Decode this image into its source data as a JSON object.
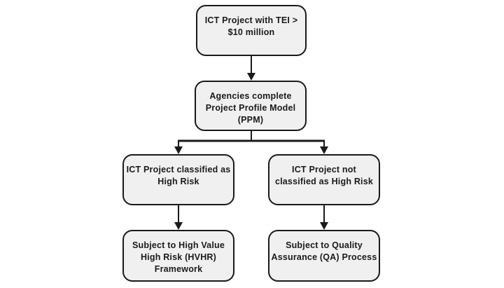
{
  "diagram": {
    "type": "flowchart",
    "background": "#ffffff",
    "colors": {
      "box_fill": "#f0f0f0",
      "box_border": "#1a1a1a",
      "connector": "#1a1a1a",
      "text": "#1a1a1a"
    },
    "nodes": {
      "tei": {
        "lines": [
          "ICT Project with TEI >",
          "$10 million"
        ]
      },
      "ppm": {
        "lines": [
          "Agencies complete",
          "Project Profile Model",
          "(PPM)"
        ]
      },
      "highrisk": {
        "lines": [
          "ICT Project classified as",
          "High Risk"
        ]
      },
      "nothigh": {
        "lines": [
          "ICT Project not",
          "classified as High Risk"
        ]
      },
      "hvhr": {
        "lines": [
          "Subject to High Value",
          "High Risk (HVHR)",
          "Framework"
        ]
      },
      "qa": {
        "lines": [
          "Subject to Quality",
          "Assurance (QA) Process"
        ]
      }
    },
    "edges": [
      {
        "from": "tei",
        "to": "ppm",
        "arrow": true
      },
      {
        "from": "ppm",
        "to": "highrisk",
        "arrow": true
      },
      {
        "from": "ppm",
        "to": "nothigh",
        "arrow": true
      },
      {
        "from": "highrisk",
        "to": "hvhr",
        "arrow": true
      },
      {
        "from": "nothigh",
        "to": "qa",
        "arrow": true
      }
    ]
  }
}
